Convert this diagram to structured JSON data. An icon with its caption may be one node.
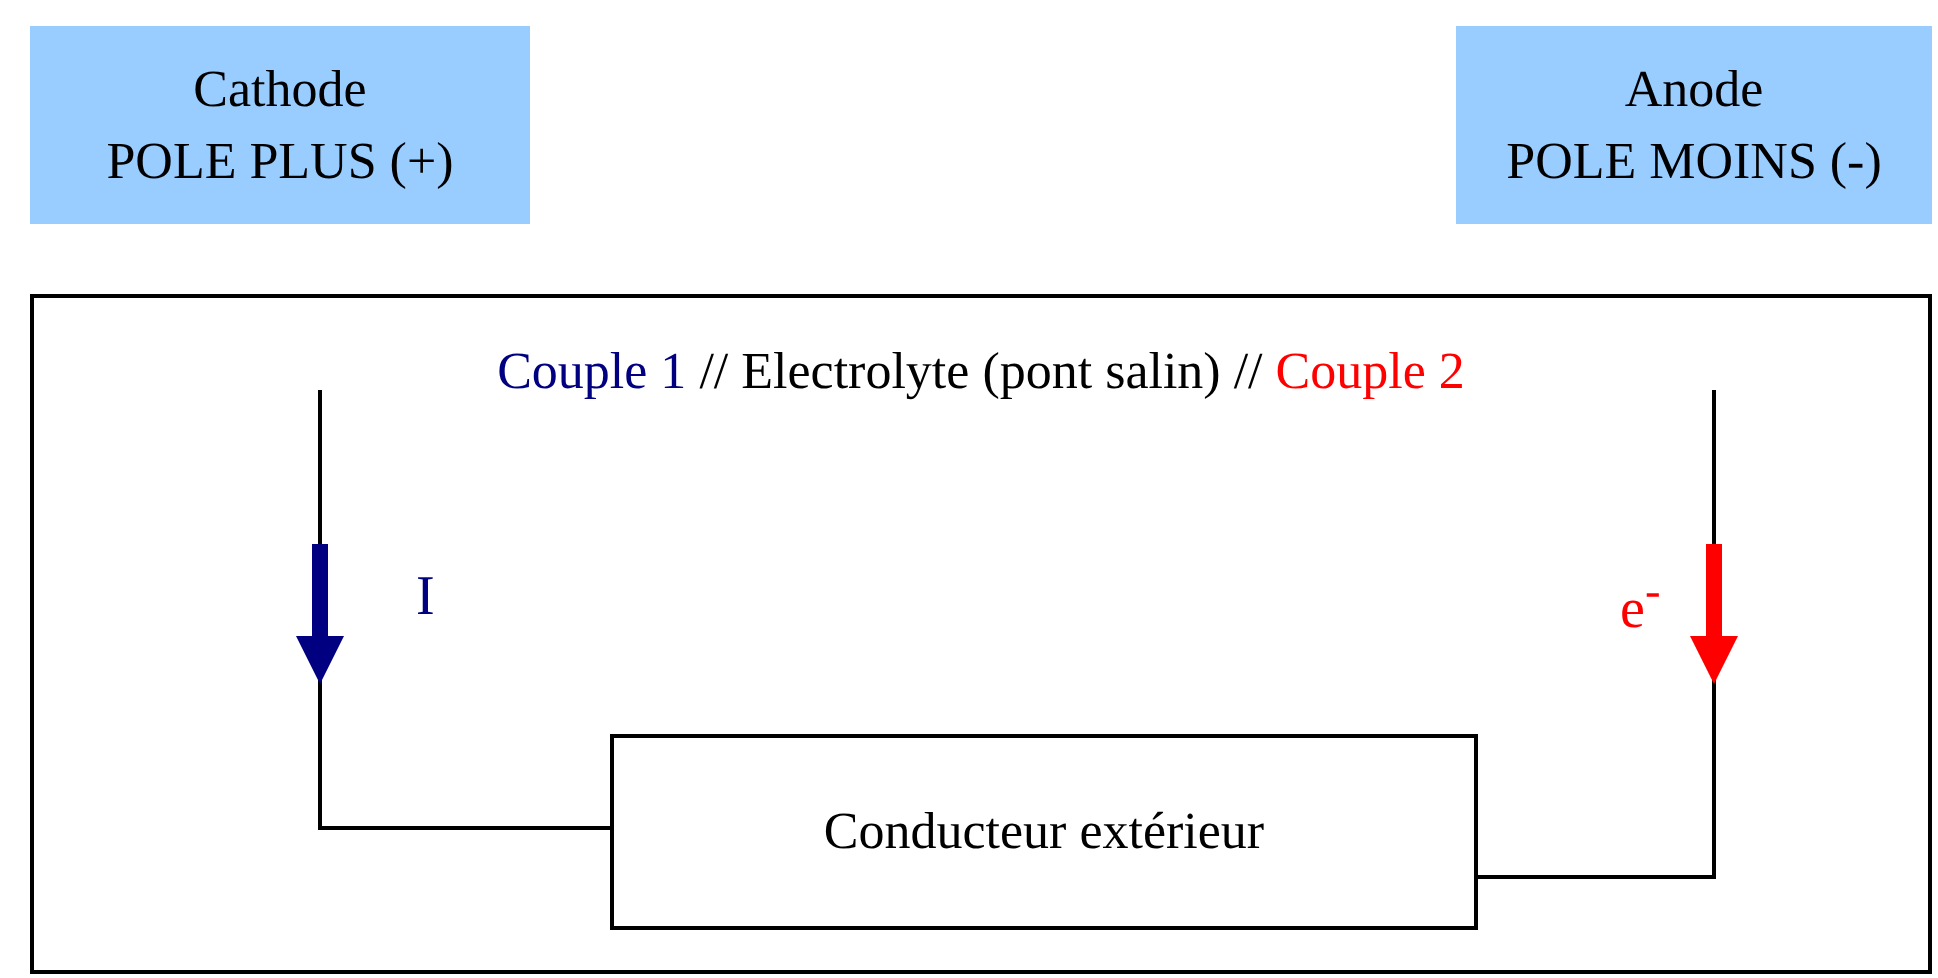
{
  "diagram": {
    "nodes": [
      {
        "text": [
          "Cathode",
          "POLE PLUS (+)"
        ]
      },
      {
        "text": [
          "Anode",
          "POLE MOINS (-)"
        ]
      },
      {
        "text": [
          "Couple 1",
          "// Electrolyte (pont salin) //",
          "Couple 2"
        ]
      },
      {
        "text": [
          "Conducteur extérieur"
        ],
        "in": 2
      }
    ],
    "edges": [
      {
        "from": null,
        "to": 3,
        "arrow": "none"
      },
      {
        "from": 3,
        "to": null,
        "arrow": "none"
      }
    ],
    "labels": [
      "I",
      "e$^{-}$"
    ]
  }
}
